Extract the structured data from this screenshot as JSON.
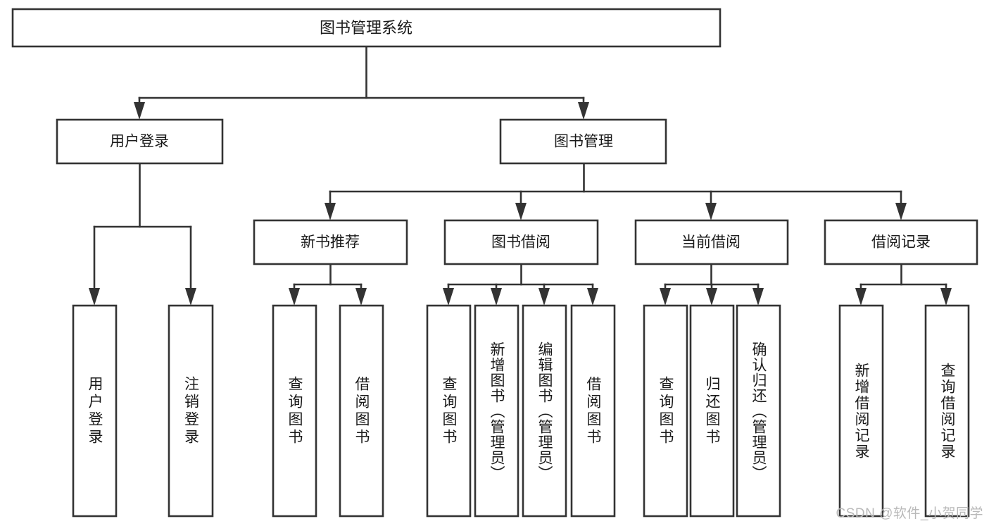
{
  "diagram": {
    "title": "图书管理系统",
    "type": "tree-hierarchy",
    "watermark": "CSDN @软件_小贺同学",
    "colors": {
      "stroke": "#333333",
      "fill": "#ffffff",
      "text": "#1a1a1a",
      "watermark": "#b9b9b9"
    },
    "levels": {
      "root": {
        "label": "图书管理系统"
      },
      "level2": [
        {
          "id": "user-login",
          "label": "用户登录"
        },
        {
          "id": "book-management",
          "label": "图书管理"
        }
      ],
      "level3": [
        {
          "id": "new-book-recommend",
          "label": "新书推荐",
          "parent": "book-management"
        },
        {
          "id": "book-borrow",
          "label": "图书借阅",
          "parent": "book-management"
        },
        {
          "id": "current-borrow",
          "label": "当前借阅",
          "parent": "book-management"
        },
        {
          "id": "borrow-record",
          "label": "借阅记录",
          "parent": "book-management"
        }
      ],
      "leaves": [
        {
          "id": "leaf-user-login",
          "label": "用户登录",
          "parent": "user-login"
        },
        {
          "id": "leaf-logout-login",
          "label": "注销登录",
          "parent": "user-login"
        },
        {
          "id": "leaf-query-book-1",
          "label": "查询图书",
          "parent": "new-book-recommend"
        },
        {
          "id": "leaf-borrow-book-1",
          "label": "借阅图书",
          "parent": "new-book-recommend"
        },
        {
          "id": "leaf-query-book-2",
          "label": "查询图书",
          "parent": "book-borrow"
        },
        {
          "id": "leaf-add-book",
          "label": "新增图书（管理员）",
          "parent": "book-borrow"
        },
        {
          "id": "leaf-edit-book",
          "label": "编辑图书（管理员）",
          "parent": "book-borrow"
        },
        {
          "id": "leaf-borrow-book-2",
          "label": "借阅图书",
          "parent": "book-borrow"
        },
        {
          "id": "leaf-query-book-3",
          "label": "查询图书",
          "parent": "current-borrow"
        },
        {
          "id": "leaf-return-book",
          "label": "归还图书",
          "parent": "current-borrow"
        },
        {
          "id": "leaf-confirm-return",
          "label": "确认归还（管理员）",
          "parent": "current-borrow"
        },
        {
          "id": "leaf-add-record",
          "label": "新增借阅记录",
          "parent": "borrow-record"
        },
        {
          "id": "leaf-query-record",
          "label": "查询借阅记录",
          "parent": "borrow-record"
        }
      ]
    }
  }
}
